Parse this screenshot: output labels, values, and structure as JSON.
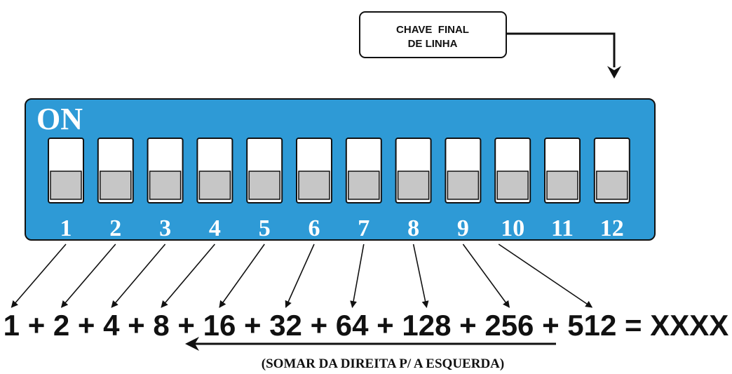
{
  "end_of_line_label": {
    "line1": "CHAVE  FINAL",
    "line2": "DE LINHA"
  },
  "dip_switch": {
    "on_label": "ON",
    "switch_numbers": [
      "1",
      "2",
      "3",
      "4",
      "5",
      "6",
      "7",
      "8",
      "9",
      "10",
      "11",
      "12"
    ],
    "colors": {
      "body": "#2e9ad6",
      "slot": "#ffffff",
      "actuator": "#c6c6c6",
      "outline": "#111111"
    }
  },
  "sum": {
    "terms": [
      "1",
      "2",
      "4",
      "8",
      "16",
      "32",
      "64",
      "128",
      "256",
      "512"
    ],
    "operator": "+",
    "equals": "=",
    "result": "XXXX"
  },
  "note": "(SOMAR DA DIREITA P/ A ESQUERDA)"
}
